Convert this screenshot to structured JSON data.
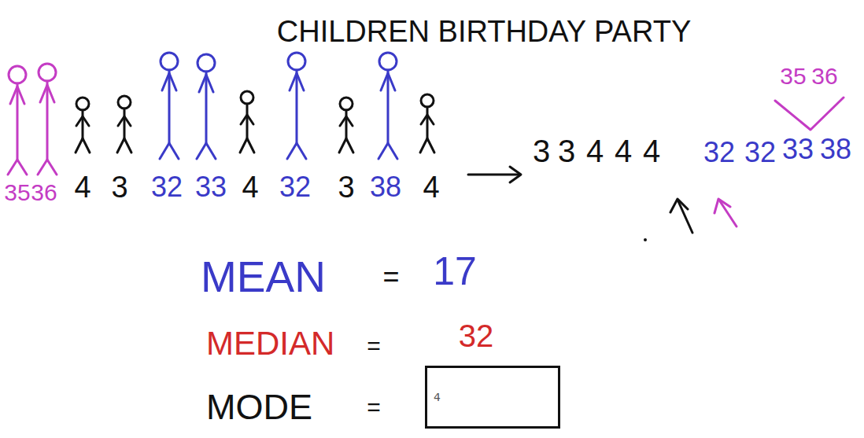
{
  "diagram": {
    "title": "CHILDREN BIRTHDAY PARTY",
    "nodes": [
      {
        "text": [
          "4"
        ]
      }
    ],
    "labels": [
      "35",
      "36",
      "4",
      "3",
      "32",
      "33",
      "4",
      "32",
      "3",
      "38",
      "4",
      "3",
      "3",
      "4",
      "4",
      "4",
      "32",
      "32",
      "33",
      "38",
      "35",
      "36",
      "MEAN",
      "=",
      "17",
      "MEDIAN",
      "=",
      "32",
      "MODE",
      "="
    ]
  }
}
